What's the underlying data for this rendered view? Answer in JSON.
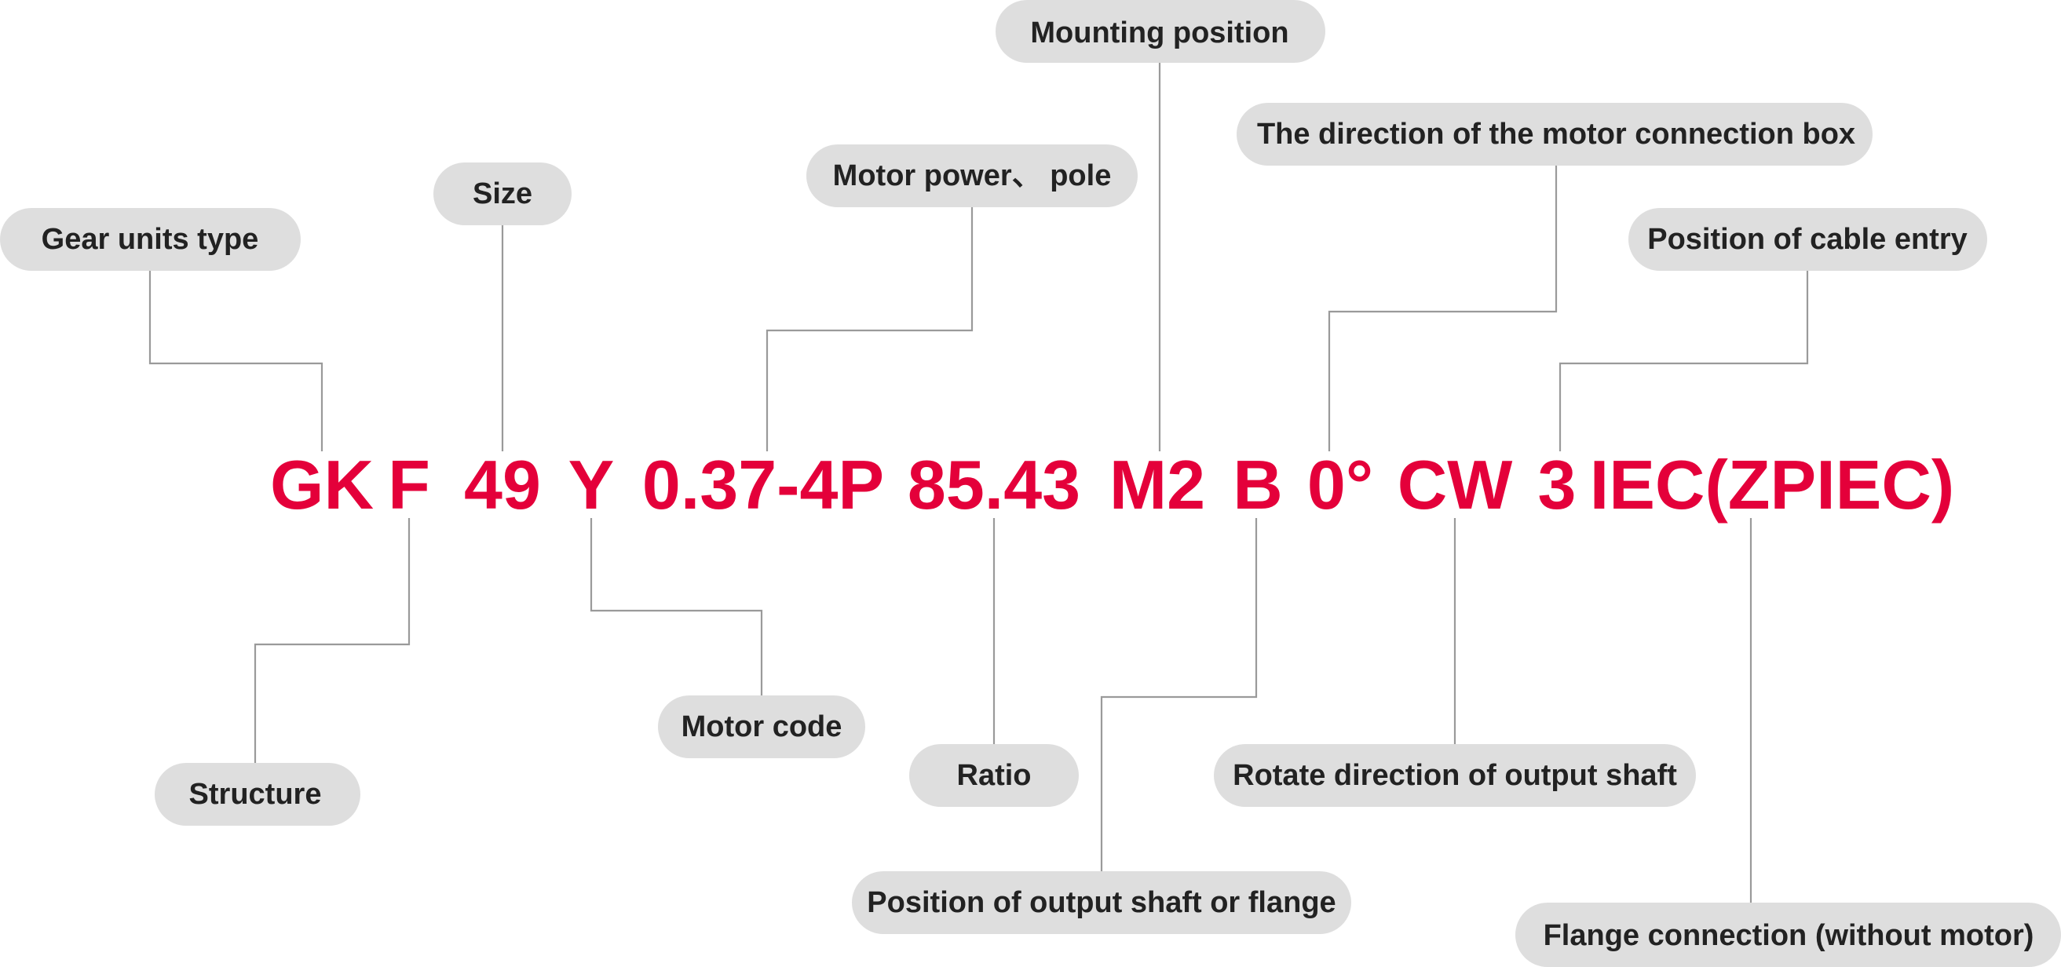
{
  "model_code": {
    "color": "#e4003a",
    "segments": [
      {
        "id": "gear-type",
        "text": "GK"
      },
      {
        "id": "structure",
        "text": "F"
      },
      {
        "id": "size",
        "text": "49"
      },
      {
        "id": "motor-code",
        "text": "Y"
      },
      {
        "id": "motor-power",
        "text": "0.37-4P"
      },
      {
        "id": "ratio",
        "text": "85.43"
      },
      {
        "id": "mounting",
        "text": "M2"
      },
      {
        "id": "shaft-position",
        "text": "B"
      },
      {
        "id": "box-direction",
        "text": "0°"
      },
      {
        "id": "rotation",
        "text": "CW"
      },
      {
        "id": "cable-entry",
        "text": "3"
      },
      {
        "id": "flange",
        "text": "IEC(ZPIEC)"
      }
    ]
  },
  "labels": {
    "gear_units_type": "Gear units type",
    "size": "Size",
    "motor_power_pole": "Motor power、 pole",
    "mounting_position": "Mounting position",
    "motor_connection_box": "The direction of the motor connection box",
    "cable_entry": "Position of cable entry",
    "structure": "Structure",
    "motor_code": "Motor code",
    "ratio": "Ratio",
    "output_shaft_position": "Position of output shaft or flange",
    "rotate_direction": "Rotate direction of output shaft",
    "flange_connection": "Flange connection (without motor)"
  },
  "colors": {
    "code": "#e4003a",
    "pill": "#dedede",
    "connector": "#9a9a9a",
    "label_text": "#222222"
  }
}
